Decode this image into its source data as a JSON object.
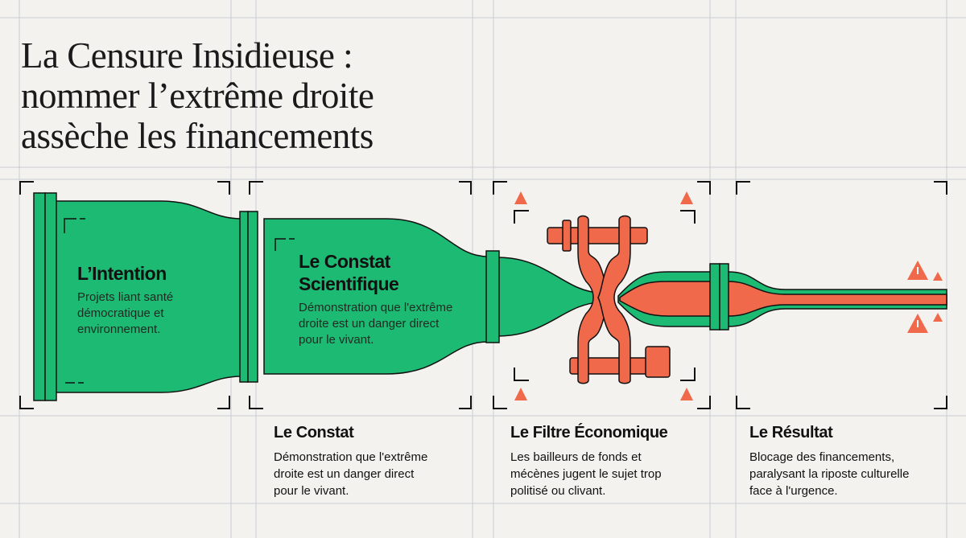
{
  "title": {
    "lines": [
      "La Censure Insidieuse :",
      "nommer l’extrême droite",
      "assèche les financements"
    ]
  },
  "pipe_panels": [
    {
      "heading": "L’Intention",
      "body": [
        "Projets liant santé",
        "démocratique et",
        "environnement."
      ]
    },
    {
      "heading": [
        "Le Constat",
        "Scientifique"
      ],
      "body": [
        "Démonstration que l'extrême",
        "droite est un danger direct",
        "pour le vivant."
      ]
    }
  ],
  "captions": [
    {
      "heading": "Le Constat",
      "body": [
        "Démonstration que l'extrême",
        "droite est un danger direct",
        "pour le vivant."
      ]
    },
    {
      "heading": "Le Filtre Économique",
      "body": [
        "Les bailleurs de fonds et",
        "mécènes jugent le sujet trop",
        "politisé ou clivant."
      ]
    },
    {
      "heading": "Le Résultat",
      "body": [
        "Blocage des financements,",
        "paralysant la riposte culturelle",
        "face à l'urgence."
      ]
    }
  ],
  "icons": [
    "pipe-flange",
    "clamp-valve",
    "warning-triangle-icon"
  ],
  "colors": {
    "green": "#1dba73",
    "orange": "#f0694a",
    "background": "#f3f2ee",
    "grid": "#c9ccd2",
    "ink": "#111111"
  }
}
